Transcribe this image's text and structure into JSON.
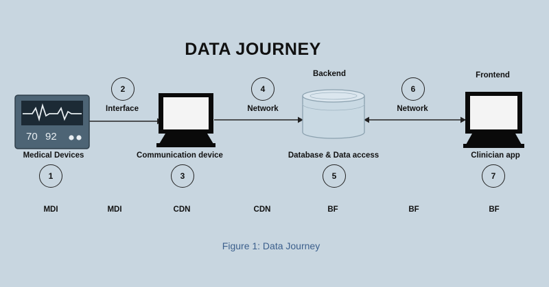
{
  "title": "DATA JOURNEY",
  "caption": "Figure  1: Data Journey",
  "colors": {
    "background": "#c8d6e0",
    "line": "#222222",
    "monitor": "#4d6475",
    "database": "#c9d9e3",
    "caption": "#3b5f8c"
  },
  "nodes": [
    {
      "id": "medical-devices",
      "label": "Medical Devices",
      "step": "1",
      "icon": "patient-monitor-icon",
      "readout": {
        "left": "70",
        "right": "92"
      }
    },
    {
      "id": "communication-device",
      "label": "Communication device",
      "step": "3",
      "icon": "computer-icon"
    },
    {
      "id": "backend",
      "heading": "Backend",
      "label": "Database & Data access",
      "step": "5",
      "icon": "database-icon"
    },
    {
      "id": "frontend",
      "heading": "Frontend",
      "label": "Clinician app",
      "step": "7",
      "icon": "computer-icon"
    }
  ],
  "links": [
    {
      "label": "Interface",
      "step": "2",
      "direction": "forward"
    },
    {
      "label": "Network",
      "step": "4",
      "direction": "forward"
    },
    {
      "label": "Network",
      "step": "6",
      "direction": "both"
    }
  ],
  "codes": [
    "MDI",
    "MDI",
    "CDN",
    "CDN",
    "BF",
    "BF",
    "BF"
  ]
}
